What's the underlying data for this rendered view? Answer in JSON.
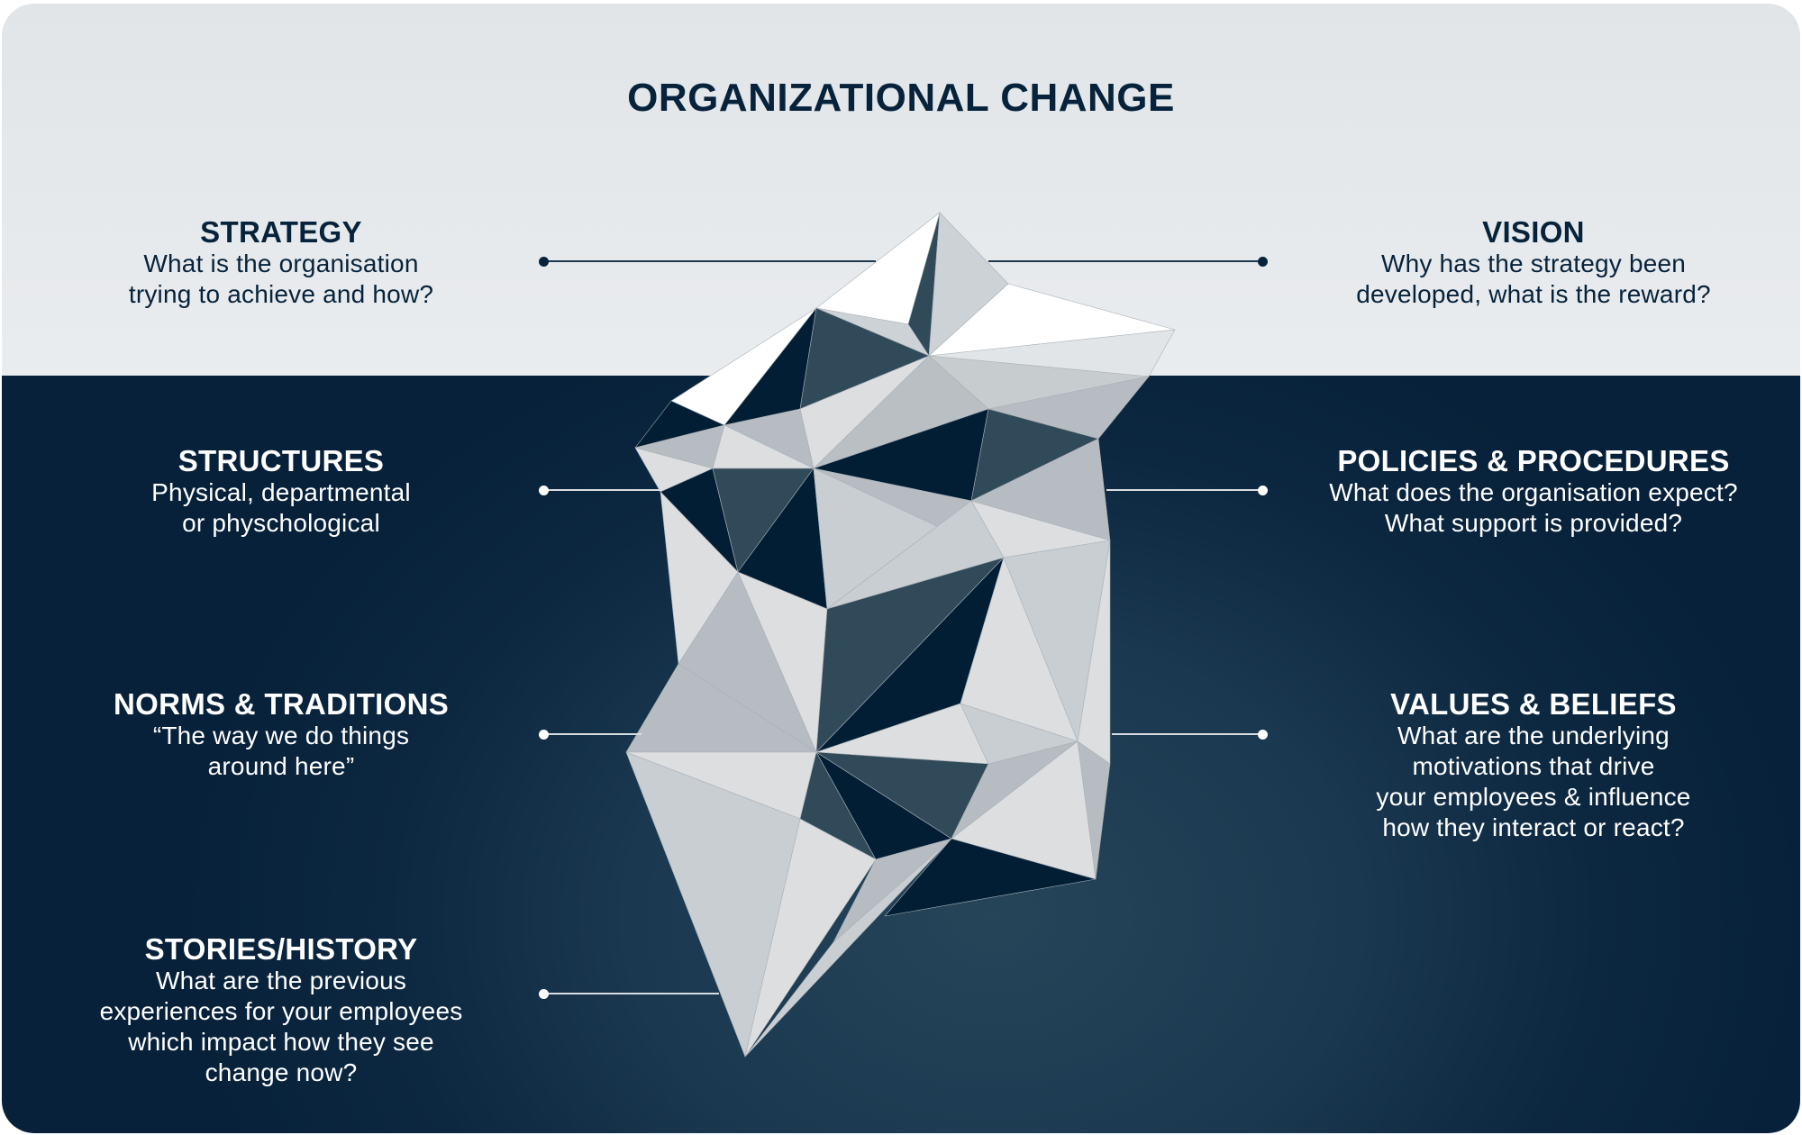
{
  "title": "ORGANIZATIONAL CHANGE",
  "colors": {
    "navy": "#06233b",
    "sky_top": "#e1e5e8",
    "sky_bottom": "#f4f5f7",
    "water": "#0c2740",
    "ice_white": "#ffffff",
    "ice_light": "#dcdee0",
    "ice_mid": "#c9ced2",
    "ice_gray": "#b6bcc1",
    "ice_slate": "#304a5a",
    "ice_dark": "#021e35"
  },
  "above_surface": [
    {
      "id": "strategy",
      "heading": "STRATEGY",
      "lines": [
        "What is the organisation",
        "trying to achieve and how?"
      ]
    },
    {
      "id": "vision",
      "heading": "VISION",
      "lines": [
        "Why has the strategy been",
        "developed, what is the reward?"
      ]
    }
  ],
  "below_surface": [
    {
      "id": "structures",
      "heading": "STRUCTURES",
      "lines": [
        "Physical, departmental",
        "or physchological"
      ]
    },
    {
      "id": "policies",
      "heading": "POLICIES & PROCEDURES",
      "lines": [
        "What does the organisation expect?",
        "What support is provided?"
      ]
    },
    {
      "id": "norms",
      "heading": "NORMS & TRADITIONS",
      "lines": [
        "“The way we do things",
        "around here”"
      ]
    },
    {
      "id": "values",
      "heading": "VALUES & BELIEFS",
      "lines": [
        "What are the underlying",
        "motivations that drive",
        "your employees & influence",
        "how they interact or react?"
      ]
    },
    {
      "id": "stories",
      "heading": "STORIES/HISTORY",
      "lines": [
        "What are the previous",
        "experiences for your employees",
        "which impact how they see",
        "change now?"
      ]
    }
  ]
}
